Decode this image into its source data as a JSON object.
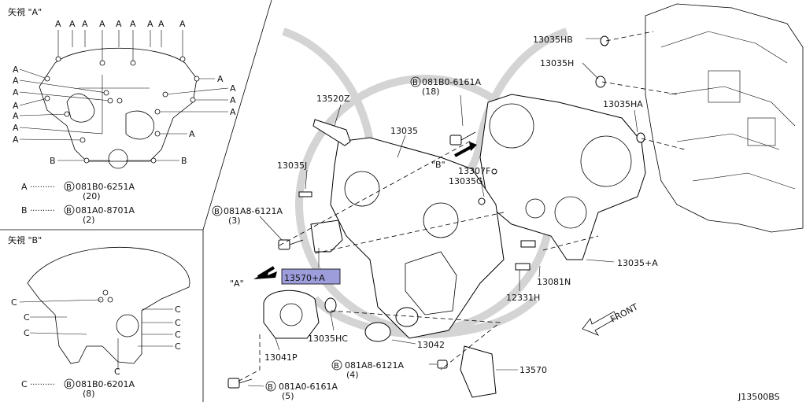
{
  "views": {
    "a_title": "矢視 \"A\"",
    "b_title": "矢視 \"B\"",
    "letter_a": "A",
    "letter_b": "B",
    "letter_c": "C",
    "legend_a_key": "A",
    "legend_a_dots": "··········",
    "legend_a_part": "081B0-6251A",
    "legend_a_qty": "(20)",
    "legend_b_key": "B",
    "legend_b_dots": "··········",
    "legend_b_part": "081A0-8701A",
    "legend_b_qty": "(2)",
    "legend_c_key": "C",
    "legend_c_dots": "··········",
    "legend_c_part": "081B0-6201A",
    "legend_c_qty": "(8)",
    "bolt_symbol": "B"
  },
  "labels": {
    "p13035hb": "13035HB",
    "p13035h": "13035H",
    "p13035ha": "13035HA",
    "p081b0_6161a": "081B0-6161A",
    "p081b0_6161a_qty": "(18)",
    "p13520z": "13520Z",
    "p13035": "13035",
    "p13035j": "13035J",
    "view_b_arrow": "\"B\"",
    "p13307f": "13307F",
    "p13035g": "13035G",
    "p081a8_6121a_1": "081A8-6121A",
    "p081a8_6121a_1_qty": "(3)",
    "p13035_a": "13035+A",
    "view_a_arrow": "\"A\"",
    "p13570_a": "13570+A",
    "p13081n": "13081N",
    "p12331h": "12331H",
    "p13035hc": "13035HC",
    "p13042": "13042",
    "p13041p": "13041P",
    "p081a8_6121a_2": "081A8-6121A",
    "p081a8_6121a_2_qty": "(4)",
    "p13570": "13570",
    "p081a0_6161a": "081A0-6161A",
    "p081a0_6161a_qty": "(5)",
    "front": "FRONT",
    "diagram_code": "J13500BS"
  }
}
